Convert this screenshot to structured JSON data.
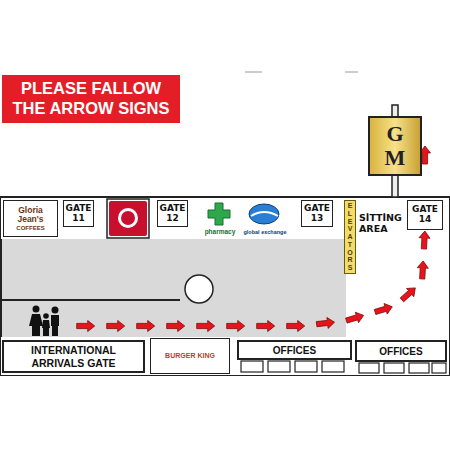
{
  "diagram": {
    "title": "PLEASE FALLOW THE ARROW SIGNS",
    "nodes": [
      {
        "text": [
          "Gloria Jean's",
          "COFFEES"
        ]
      },
      {
        "text": [
          "GATE 11"
        ]
      },
      {
        "text": [
          "GATE 12"
        ]
      },
      {
        "text": [
          "pharmacy"
        ]
      },
      {
        "text": [
          "global exchange"
        ]
      },
      {
        "text": [
          "GATE 13"
        ]
      },
      {
        "text": [
          "ELEVATORS"
        ]
      },
      {
        "text": [
          "GATE 14"
        ]
      },
      {
        "text": [
          "GM"
        ]
      },
      {
        "text": [
          "INTERNATIONAL ARRIVALS GATE"
        ]
      },
      {
        "text": [
          "BURGER KING"
        ]
      },
      {
        "text": [
          "OFFICES"
        ]
      },
      {
        "text": [
          "OFFICES"
        ]
      }
    ],
    "edges": [
      {
        "from": 9,
        "to": 7,
        "arrow": "to"
      },
      {
        "from": 7,
        "to": 8,
        "arrow": "to"
      }
    ],
    "labels": [
      "SİTTİNG AREA"
    ]
  }
}
